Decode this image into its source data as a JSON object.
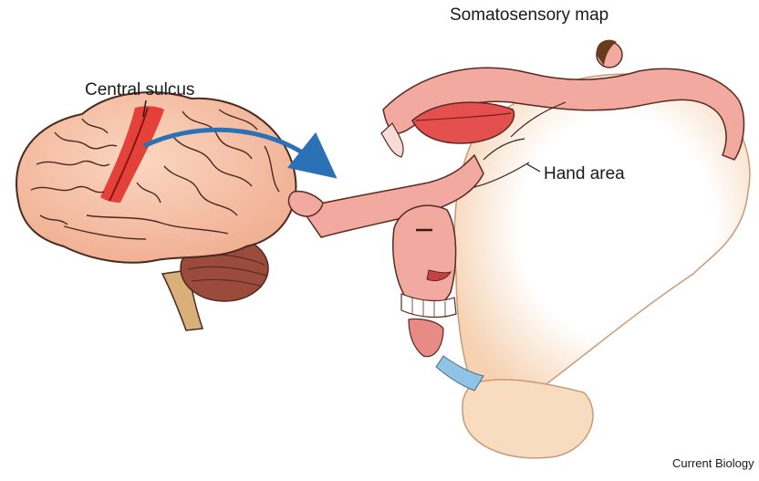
{
  "labels": {
    "central_sulcus": "Central sulcus",
    "somatosensory_map": "Somatosensory map",
    "hand_area": "Hand area",
    "credit": "Current Biology"
  },
  "colors": {
    "cortex": "#f6c2a6",
    "gyri_lines": "#4a2a1e",
    "sulcus_highlight": "#e0322c",
    "cerebellum": "#9a4b3b",
    "brainstem": "#d9b07a",
    "arrow": "#2a72b5",
    "map_cortex": "#f8dcc0",
    "skin": "#f2aaa0",
    "lips": "#e3504e",
    "hair": "#6a3a1d",
    "tongue": "#e88a86",
    "pharynx": "#8fc4e6"
  },
  "icons": [
    "brain-icon",
    "homunculus-icon",
    "arrow-icon"
  ]
}
